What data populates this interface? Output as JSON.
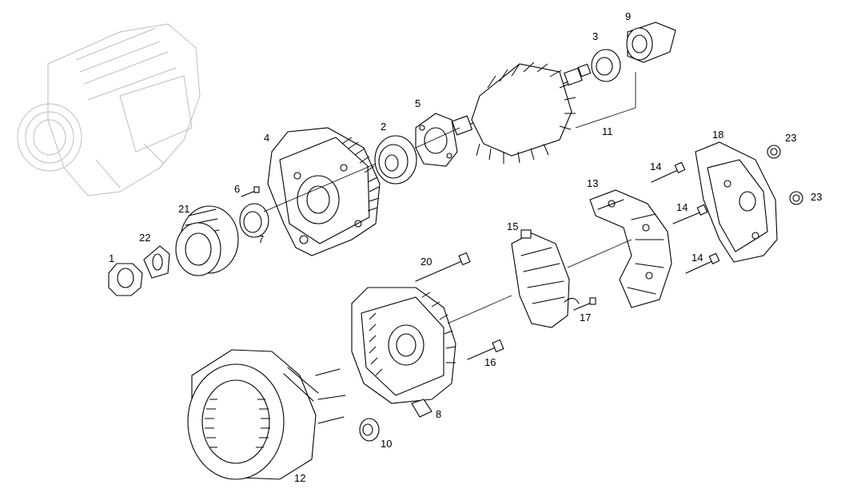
{
  "callouts": [
    {
      "id": "1",
      "text": "1"
    },
    {
      "id": "2",
      "text": "2"
    },
    {
      "id": "3",
      "text": "3"
    },
    {
      "id": "4",
      "text": "4"
    },
    {
      "id": "5",
      "text": "5"
    },
    {
      "id": "6",
      "text": "6"
    },
    {
      "id": "7",
      "text": "7"
    },
    {
      "id": "8",
      "text": "8"
    },
    {
      "id": "9",
      "text": "9"
    },
    {
      "id": "10",
      "text": "10"
    },
    {
      "id": "11",
      "text": "11"
    },
    {
      "id": "12",
      "text": "12"
    },
    {
      "id": "13",
      "text": "13"
    },
    {
      "id": "14a",
      "text": "14"
    },
    {
      "id": "14b",
      "text": "14"
    },
    {
      "id": "14c",
      "text": "14"
    },
    {
      "id": "15",
      "text": "15"
    },
    {
      "id": "16",
      "text": "16"
    },
    {
      "id": "17",
      "text": "17"
    },
    {
      "id": "18",
      "text": "18"
    },
    {
      "id": "20",
      "text": "20"
    },
    {
      "id": "21",
      "text": "21"
    },
    {
      "id": "22",
      "text": "22"
    },
    {
      "id": "23a",
      "text": "23"
    },
    {
      "id": "23b",
      "text": "23"
    }
  ]
}
